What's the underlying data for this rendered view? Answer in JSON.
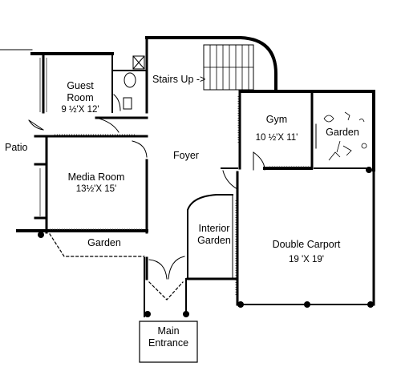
{
  "plan": {
    "rooms": {
      "guest_room": {
        "name": "Guest",
        "name2": "Room",
        "dim": "9 ½'X 12'"
      },
      "stairs": {
        "label": "Stairs Up ->"
      },
      "gym": {
        "name": "Gym",
        "dim": "10 ½'X 11'"
      },
      "side_garden": {
        "name": "Garden"
      },
      "patio": {
        "name": "Patio"
      },
      "foyer": {
        "name": "Foyer"
      },
      "media_room": {
        "name": "Media Room",
        "dim": "13½'X 15'"
      },
      "front_garden": {
        "name": "Garden"
      },
      "interior_garden": {
        "name": "Interior",
        "name2": "Garden"
      },
      "carport": {
        "name": "Double Carport",
        "dim": "19 'X 19'"
      },
      "entrance": {
        "name": "Main",
        "name2": "Entrance"
      }
    },
    "colors": {
      "wall": "#000000",
      "fill": "#ffffff",
      "hatch": "#555555"
    }
  }
}
